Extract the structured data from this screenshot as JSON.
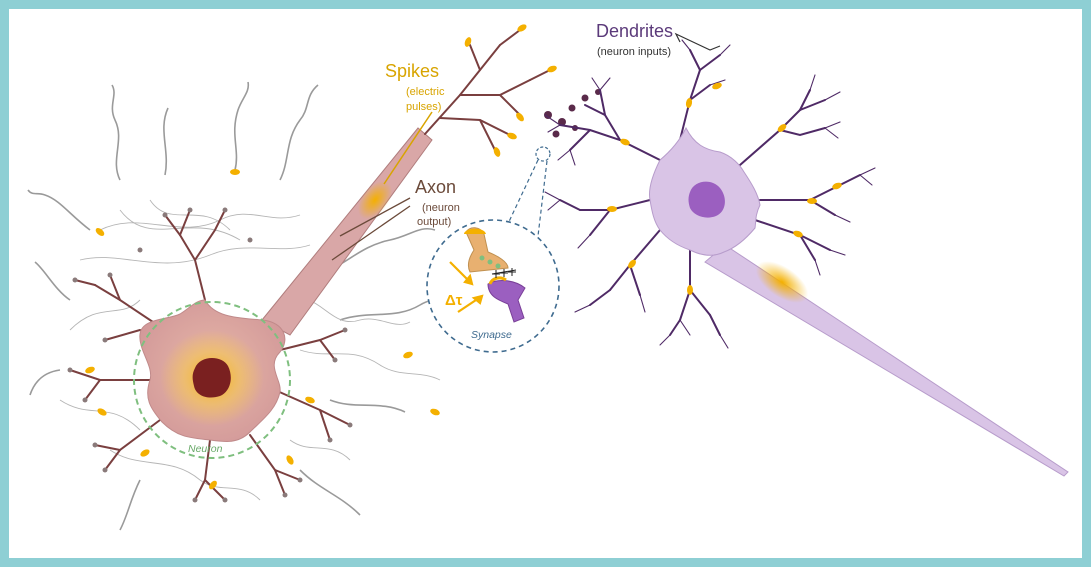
{
  "colors": {
    "frame": "#8ecfd4",
    "neuron_left_body": "#d9a7a7",
    "neuron_left_branch": "#7a3f3f",
    "neuron_left_nucleus": "#7a2020",
    "neuron_right_body": "#d9c4e6",
    "neuron_right_branch": "#4f2a66",
    "neuron_right_nucleus": "#9b5fc0",
    "spike": "#f4b000",
    "label_spikes": "#d8a400",
    "label_axon": "#6b4a3a",
    "label_dendrites": "#5b3a7a",
    "circle_neuron": "#7fbf7f",
    "circle_synapse": "#3f6b8f"
  },
  "labels": {
    "dendrites_title": "Dendrites",
    "dendrites_sub": "(neuron inputs)",
    "spikes_title": "Spikes",
    "spikes_sub1": "(electric",
    "spikes_sub2": "pulses)",
    "axon_title": "Axon",
    "axon_sub1": "(neuron",
    "axon_sub2": "output)",
    "synapse": "Synapse",
    "delta_tau": "Δτ",
    "neuron": "Neuron"
  }
}
